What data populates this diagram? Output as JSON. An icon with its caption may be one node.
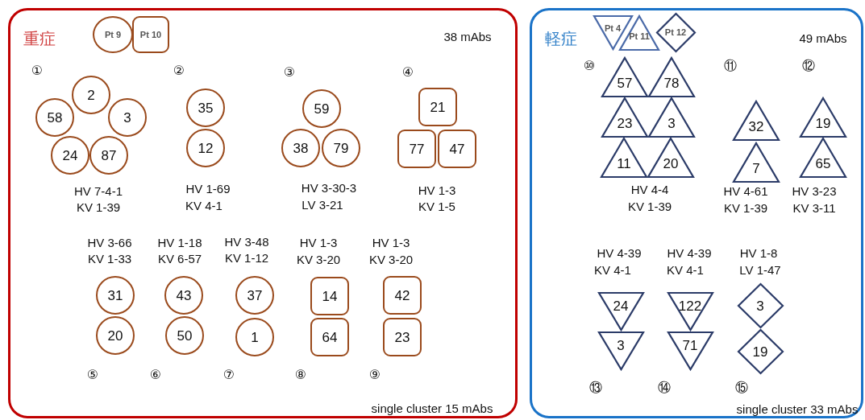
{
  "diagram": {
    "nodes": [
      {
        "text": [
          "重症"
        ]
      },
      {
        "text": [
          "Pt 9"
        ],
        "in": 0
      },
      {
        "text": [
          "Pt 10"
        ],
        "in": 0
      },
      {
        "text": [
          "2"
        ],
        "in": 0
      },
      {
        "text": [
          "58"
        ],
        "in": 0
      },
      {
        "text": [
          "3"
        ],
        "in": 0
      },
      {
        "text": [
          "24"
        ],
        "in": 0
      },
      {
        "text": [
          "87"
        ],
        "in": 0
      },
      {
        "text": [
          "35"
        ],
        "in": 0
      },
      {
        "text": [
          "12"
        ],
        "in": 0
      },
      {
        "text": [
          "59"
        ],
        "in": 0
      },
      {
        "text": [
          "38"
        ],
        "in": 0
      },
      {
        "text": [
          "79"
        ],
        "in": 0
      },
      {
        "text": [
          "21"
        ],
        "in": 0
      },
      {
        "text": [
          "77"
        ],
        "in": 0
      },
      {
        "text": [
          "47"
        ],
        "in": 0
      },
      {
        "text": [
          "31"
        ],
        "in": 0
      },
      {
        "text": [
          "20"
        ],
        "in": 0
      },
      {
        "text": [
          "43"
        ],
        "in": 0
      },
      {
        "text": [
          "50"
        ],
        "in": 0
      },
      {
        "text": [
          "37"
        ],
        "in": 0
      },
      {
        "text": [
          "1"
        ],
        "in": 0
      },
      {
        "text": [
          "14"
        ],
        "in": 0
      },
      {
        "text": [
          "64"
        ],
        "in": 0
      },
      {
        "text": [
          "42"
        ],
        "in": 0
      },
      {
        "text": [
          "23"
        ],
        "in": 0
      },
      {
        "text": [
          "軽症"
        ]
      },
      {
        "text": [
          "Pt 4"
        ],
        "in": 26
      },
      {
        "text": [
          "Pt 11"
        ],
        "in": 26
      },
      {
        "text": [
          "Pt 12"
        ],
        "in": 26
      },
      {
        "text": [
          "57"
        ],
        "in": 26
      },
      {
        "text": [
          "78"
        ],
        "in": 26
      },
      {
        "text": [
          "23"
        ],
        "in": 26
      },
      {
        "text": [
          "3"
        ],
        "in": 26
      },
      {
        "text": [
          "11"
        ],
        "in": 26
      },
      {
        "text": [
          "20"
        ],
        "in": 26
      },
      {
        "text": [
          "32"
        ],
        "in": 26
      },
      {
        "text": [
          "7"
        ],
        "in": 26
      },
      {
        "text": [
          "19"
        ],
        "in": 26
      },
      {
        "text": [
          "65"
        ],
        "in": 26
      },
      {
        "text": [
          "24"
        ],
        "in": 26
      },
      {
        "text": [
          "3"
        ],
        "in": 26
      },
      {
        "text": [
          "122"
        ],
        "in": 26
      },
      {
        "text": [
          "71"
        ],
        "in": 26
      },
      {
        "text": [
          "3"
        ],
        "in": 26
      },
      {
        "text": [
          "19"
        ],
        "in": 26
      }
    ],
    "labels": [
      "38 mAbs",
      "①",
      "②",
      "③",
      "④",
      "HV 7-4-1",
      "KV 1-39",
      "HV 1-69",
      "KV 4-1",
      "HV 3-30-3",
      "LV 3-21",
      "HV 1-3",
      "KV 1-5",
      "HV 3-66",
      "KV 1-33",
      "HV 1-18",
      "KV 6-57",
      "HV 3-48",
      "KV 1-12",
      "HV 1-3",
      "KV 3-20",
      "HV 1-3",
      "KV 3-20",
      "⑤",
      "⑥",
      "⑦",
      "⑧",
      "⑨",
      "single cluster 15 mAbs",
      "49 mAbs",
      "⑩",
      "⑪",
      "⑫",
      "HV 4-4",
      "KV 1-39",
      "HV 4-61",
      "KV 1-39",
      "HV 3-23",
      "KV 3-11",
      "HV 4-39",
      "KV 4-1",
      "HV 4-39",
      "KV 4-1",
      "HV 1-8",
      "LV 1-47",
      "⑬",
      "⑭",
      "⑮",
      "single cluster 33 mAbs"
    ]
  }
}
